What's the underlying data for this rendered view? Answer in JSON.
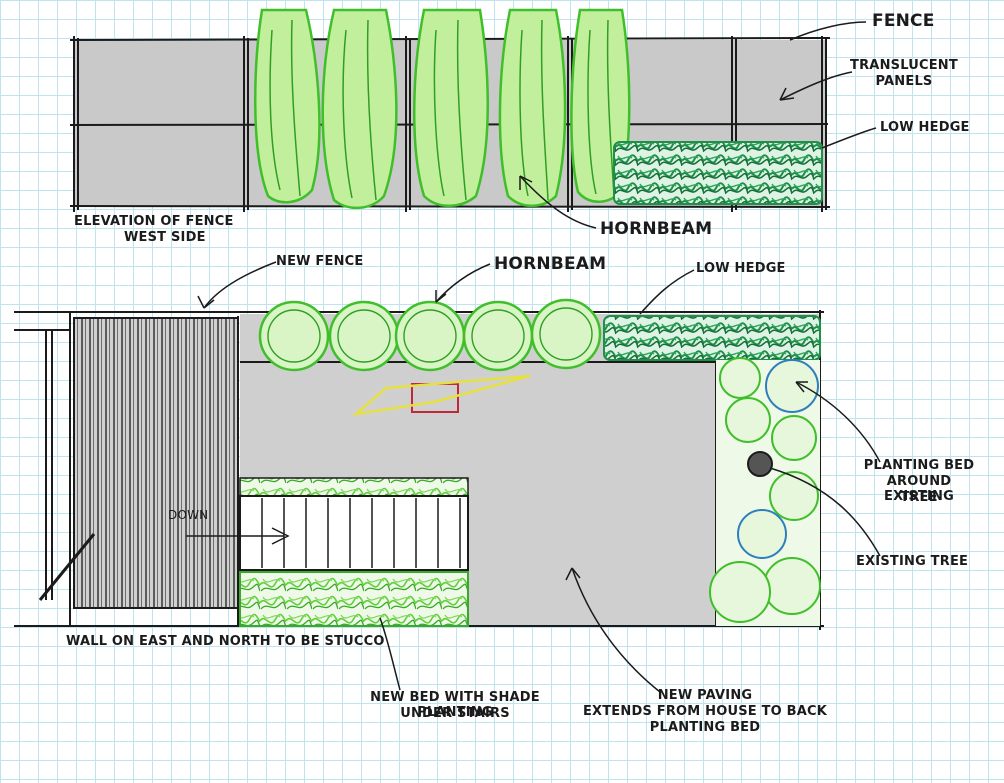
{
  "labels": {
    "fence": "FENCE",
    "translucent_panels_1": "TRANSLUCENT",
    "translucent_panels_2": "PANELS",
    "low_hedge_top": "LOW HEDGE",
    "elevation_1": "ELEVATION OF FENCE",
    "elevation_2": "WEST SIDE",
    "hornbeam_top": "HORNBEAM",
    "new_fence": "NEW FENCE",
    "hornbeam_plan": "HORNBEAM",
    "low_hedge_plan": "LOW HEDGE",
    "planting_bed_1": "PLANTING BED",
    "planting_bed_2": "AROUND EXISTING",
    "planting_bed_3": "TREE",
    "existing_tree": "EXISTING TREE",
    "down": "DOWN",
    "wall_stucco": "WALL ON EAST AND NORTH TO BE STUCCO",
    "new_bed_1": "NEW BED WITH SHADE PLANTING",
    "new_bed_2": "UNDER STAIRS",
    "new_paving_1": "NEW PAVING",
    "new_paving_2": "EXTENDS FROM HOUSE TO BACK",
    "new_paving_3": "PLANTING BED"
  },
  "colors": {
    "ink": "#1b1b1b",
    "paving": "#cfcfcf",
    "panel": "#c9c9c9",
    "grid": "#bfe3ef",
    "hornbeam": "#3fbf2a",
    "hornbeam_light": "#8fe070",
    "hedge": "#1f8f4a",
    "shrub": "#5fcf3a",
    "tree_edge": "#2f7fbf",
    "accent_red": "#c0283a",
    "accent_yellow": "#e6e040"
  }
}
